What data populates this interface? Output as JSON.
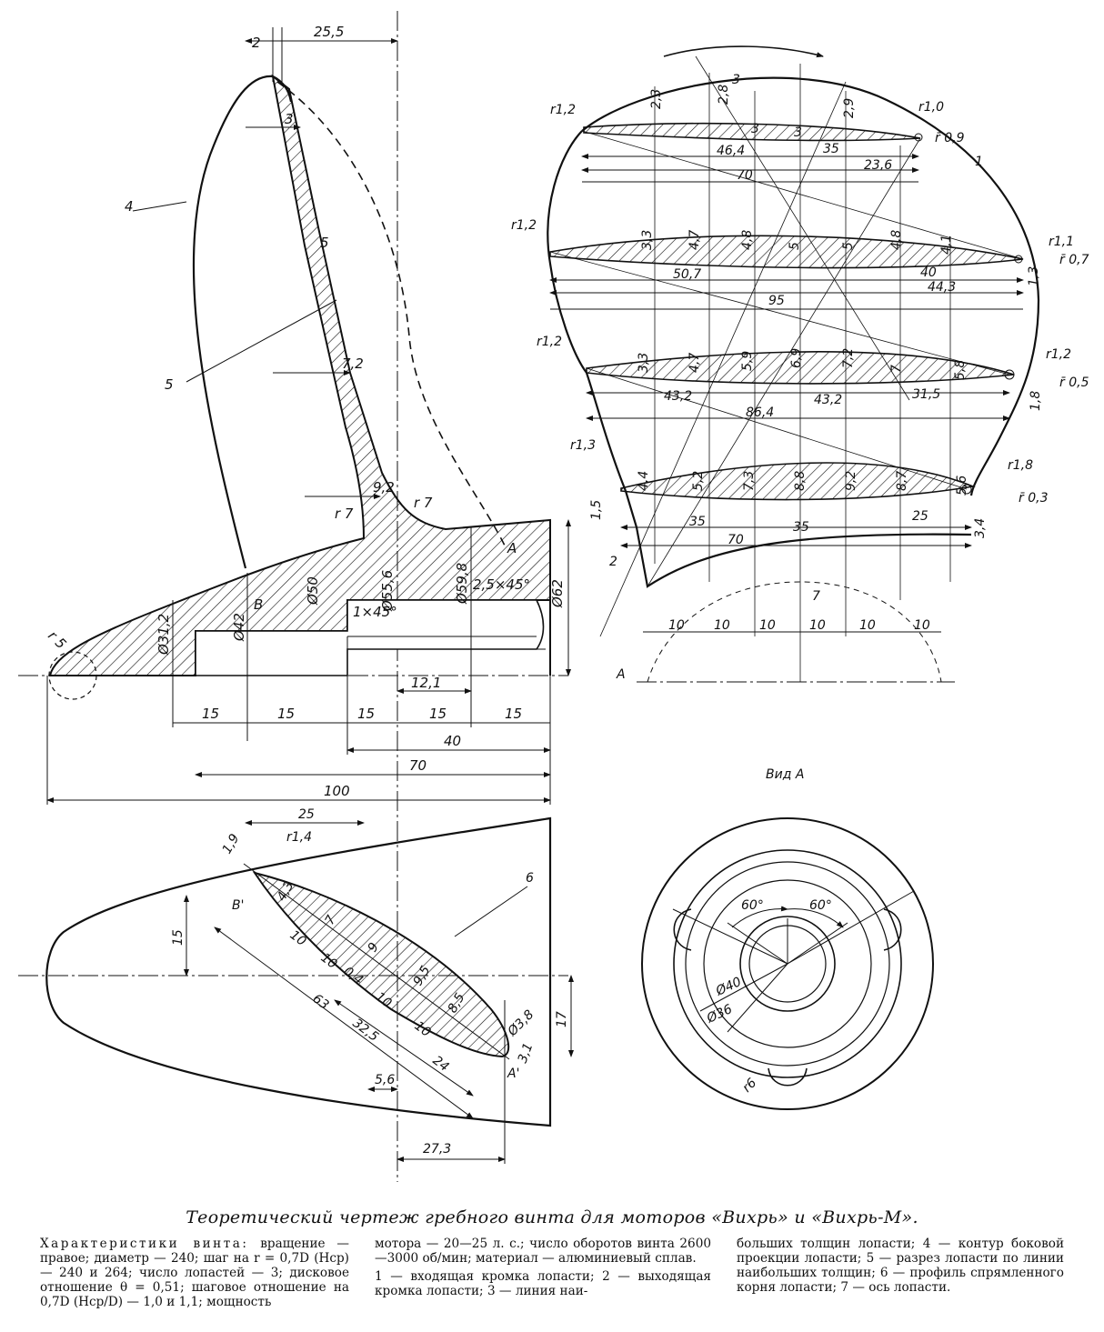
{
  "figure": {
    "caption": "Теоретический чертеж гребного винта для моторов «Вихрь» и «Вихрь-М».",
    "section_view_label": "Вид А",
    "cut_label": "A"
  },
  "text_columns": {
    "col1_heading": "Характеристики винта:",
    "col1_body": "вращение — правое; диаметр — 240; шаг на r = 0,7D (Hср) — 240 и 264; число лопастей — 3; дисковое отношение θ = 0,51; шаговое отношение на 0,7D (Hср/D) — 1,0 и 1,1; мощность",
    "col2_p1": "мотора — 20—25 л. с.; число оборотов винта 2600—3000 об/мин; материал — алюминиевый сплав.",
    "col2_p2": "1 — входящая кромка лопасти; 2 — выходящая кромка лопасти; 3 — линия наи-",
    "col3_body": "больших толщин лопасти; 4 — контур боковой проекции лопасти; 5 — разрез лопасти по линии наибольших толщин; 6 — профиль спрямленного корня лопасти; 7 — ось лопасти."
  },
  "side_view": {
    "labels": {
      "edge_contour": "4",
      "section": "5",
      "point_b": "B",
      "point_a": "A"
    },
    "dims": {
      "top_2": "2",
      "top_25_5": "25,5",
      "t3": "3",
      "t5": "5",
      "t7_2": "7,2",
      "t9_2": "9,2",
      "r7_left": "r 7",
      "r7_right": "r 7",
      "r5": "r 5",
      "d31_2": "Ø31,2",
      "d42": "Ø42",
      "d50": "Ø50",
      "d55_6": "Ø55,6",
      "d59_8": "Ø59,8",
      "d62": "Ø62",
      "chamfer1": "1×45°",
      "chamfer2": "2,5×45°",
      "d12_1": "12,1",
      "s15a": "15",
      "s15b": "15",
      "s15c": "15",
      "s15d": "15",
      "s15e": "15",
      "d40": "40",
      "d70": "70",
      "d100": "100"
    }
  },
  "blade_sections": {
    "labels": {
      "leading_edge": "1",
      "trailing_edge": "2",
      "max_thickness_line": "3",
      "axis": "7",
      "cut": "A"
    },
    "radii": [
      "r̄ 0,9",
      "r̄ 0,7",
      "r̄ 0,5",
      "r̄ 0,3"
    ],
    "edge_radii": [
      "r1,2",
      "r1,0",
      "r1,2",
      "r1,1",
      "r1,2",
      "r1,2",
      "r1,3",
      "r1,8"
    ],
    "s09": {
      "thick": [
        "2,3",
        "2,8",
        "3",
        "3",
        "2,9"
      ],
      "dims": [
        "46,4",
        "35",
        "70",
        "23,6"
      ]
    },
    "s07": {
      "thick": [
        "3,3",
        "4,7",
        "4,8",
        "5",
        "5",
        "4,8",
        "4,1",
        "1,3"
      ],
      "dims": [
        "50,7",
        "40",
        "44,3",
        "95"
      ]
    },
    "s05": {
      "thick": [
        "3,3",
        "4,7",
        "5,9",
        "6,9",
        "7,2",
        "7",
        "5,8",
        "1,8"
      ],
      "dims": [
        "43,2",
        "43,2",
        "31,5",
        "86,4"
      ]
    },
    "s03": {
      "thick": [
        "4,4",
        "5,2",
        "7,3",
        "8,8",
        "9,2",
        "8,7",
        "5,6",
        "1,5",
        "3,4"
      ],
      "dims": [
        "35",
        "35",
        "25",
        "70"
      ]
    },
    "axis_steps": [
      "10",
      "10",
      "10",
      "10",
      "10",
      "10"
    ]
  },
  "root_profile": {
    "labels": {
      "profile": "6",
      "point_b": "B'",
      "point_a": "A'"
    },
    "dims": {
      "d1_9": "1,9",
      "d25": "25",
      "r1_4": "r1,4",
      "d15": "15",
      "d4_3": "4,3",
      "d7": "7",
      "d9": "9",
      "d9_5": "9,5",
      "d8_5": "8,5",
      "d10a": "10",
      "d10b": "10",
      "d10c": "10",
      "d10d": "10",
      "d0_4": "0,4",
      "d63": "63",
      "d32_5": "32,5",
      "d24": "24",
      "d5_6": "5,6",
      "d27_3": "27,3",
      "d3_8": "Ø3,8",
      "d3_1": "3,1",
      "d17": "17"
    }
  },
  "view_a": {
    "angle1": "60°",
    "angle2": "60°",
    "d40": "Ø40",
    "d36": "Ø36",
    "r6": "r6"
  }
}
